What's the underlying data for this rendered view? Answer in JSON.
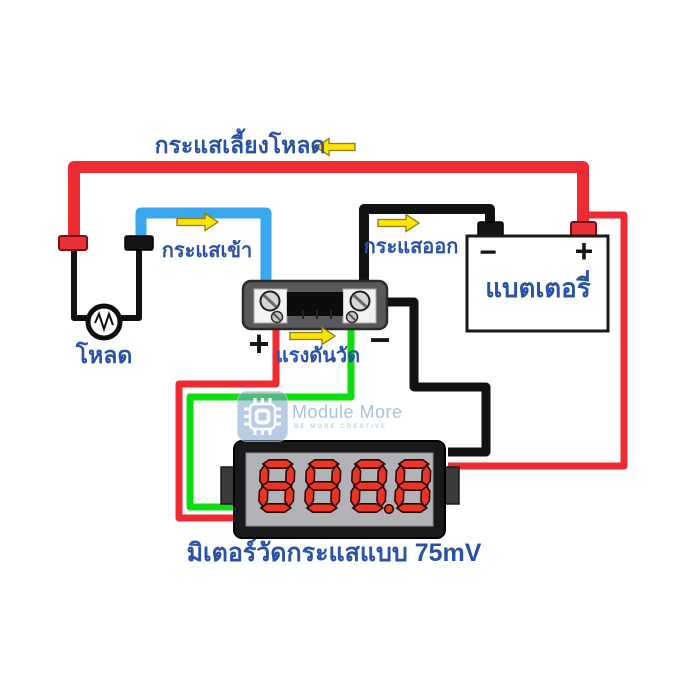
{
  "colors": {
    "red": "#ee2a33",
    "blue": "#3ba7ee",
    "green": "#0cdd0c",
    "black": "#111111",
    "arrow": "#fbe303",
    "label": "#2a52a4",
    "digit": "#ee3424",
    "display": "#b3b3b7"
  },
  "labels": {
    "load_feed_current": "กระแสเลี้ยงโหลด",
    "current_in": "กระแสเข้า",
    "current_out": "กระแสออก",
    "battery": "แบตเตอรี่",
    "load": "โหลด",
    "sense_voltage": "แรงดันวัด",
    "caption": "มิเตอร์วัดกระแสแบบ 75mV",
    "shunt_plus": "+",
    "shunt_minus": "−",
    "battery_plus": "+",
    "battery_minus": "−"
  },
  "meter": {
    "display_value": "888.8",
    "digits": [
      "8",
      "8",
      "8",
      "8"
    ],
    "dp_after_index": 2
  },
  "watermark": {
    "name": "Module More",
    "tagline": "BE MORE CREATIVE"
  }
}
